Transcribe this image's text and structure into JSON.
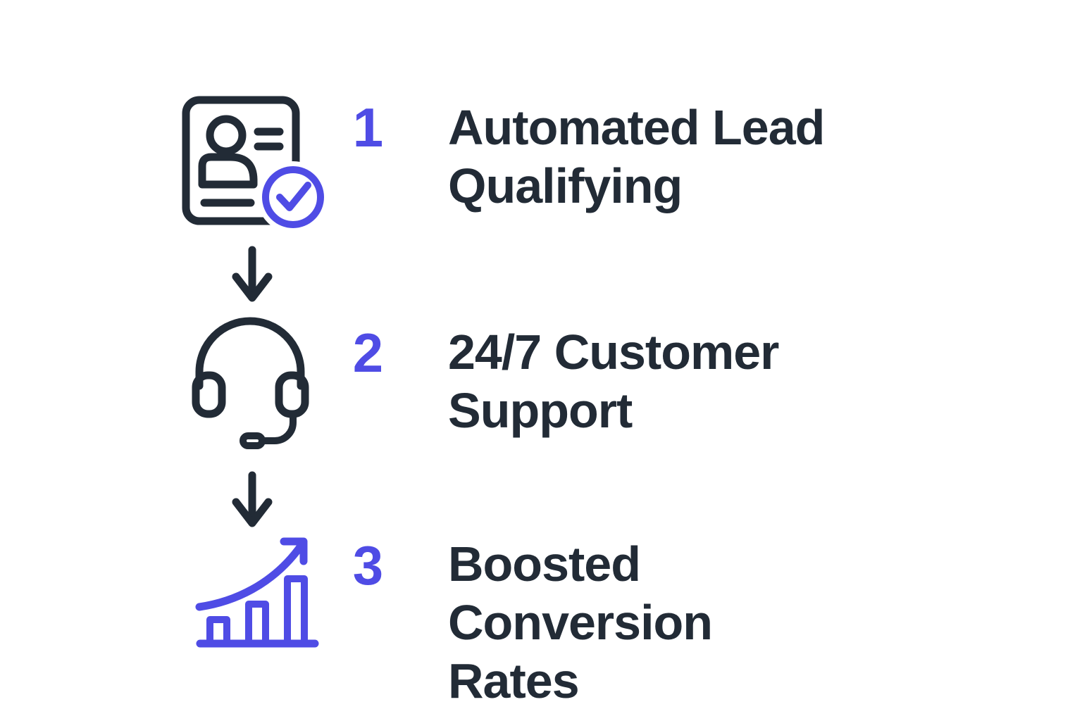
{
  "page": {
    "background": "#ffffff",
    "type": "process-diagram"
  },
  "colors": {
    "dark_navy": "#222B36",
    "accent_blue": "#4F4CE5",
    "white": "#ffffff"
  },
  "steps": [
    {
      "number": "1",
      "title_line1": "Automated Lead",
      "title_line2": "Qualifying",
      "icon": "id-card-check-icon"
    },
    {
      "number": "2",
      "title_line1": "24/7 Customer",
      "title_line2": "Support",
      "icon": "headset-icon"
    },
    {
      "number": "3",
      "title_line1": "Boosted Conversion",
      "title_line2": "Rates",
      "icon": "growth-chart-icon"
    }
  ],
  "connectors": [
    {
      "icon": "down-arrow-icon"
    },
    {
      "icon": "down-arrow-icon"
    }
  ]
}
